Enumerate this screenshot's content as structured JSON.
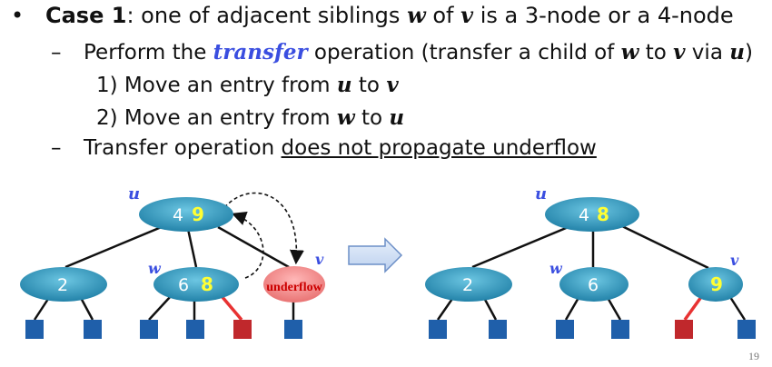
{
  "text": {
    "bullet": "•",
    "case_label": "Case 1",
    "case_rest_1": ": one of adjacent siblings ",
    "w": "w",
    "of": " of ",
    "v": "v",
    "case_rest_2": " is a 3-node or a 4-node",
    "dash": "–",
    "perform_1": "Perform the ",
    "transfer_word": "transfer",
    "perform_2": " operation (transfer a child of ",
    "to": " to ",
    "via": " via ",
    "u": "u",
    "close_paren": ")",
    "step1_a": "1) Move an entry from ",
    "step2_a": "2) Move an entry from ",
    "transfer_op_1": "Transfer operation ",
    "transfer_op_2": "does not propagate underflow"
  },
  "diagram_left": {
    "root": {
      "label_u": "u",
      "key_a": "4",
      "key_b": "9"
    },
    "left_child": {
      "key": "2"
    },
    "mid_child": {
      "label_w": "w",
      "key_a": "6",
      "key_b": "8"
    },
    "right_child": {
      "label_v": "v",
      "text": "underflow"
    }
  },
  "diagram_right": {
    "root": {
      "label_u": "u",
      "key_a": "4",
      "key_b": "8"
    },
    "left_child": {
      "key": "2"
    },
    "mid_child": {
      "label_w": "w",
      "key": "6"
    },
    "right_child": {
      "label_v": "v",
      "key": "9"
    }
  },
  "page_number": "19",
  "colors": {
    "node_fill": "#2a8db0",
    "node_fill_light": "#5ab8d6",
    "highlight_key": "#ffff33",
    "underflow_fill": "#f08a8a",
    "underflow_text": "#cc0000",
    "leaf": "#1f5faa",
    "leaf_highlight": "#c0282c",
    "edge_highlight": "#e83232",
    "label_blue": "#3a4ee0",
    "arrow_fill": "#cfe0f5",
    "arrow_stroke": "#6c8fc7"
  }
}
